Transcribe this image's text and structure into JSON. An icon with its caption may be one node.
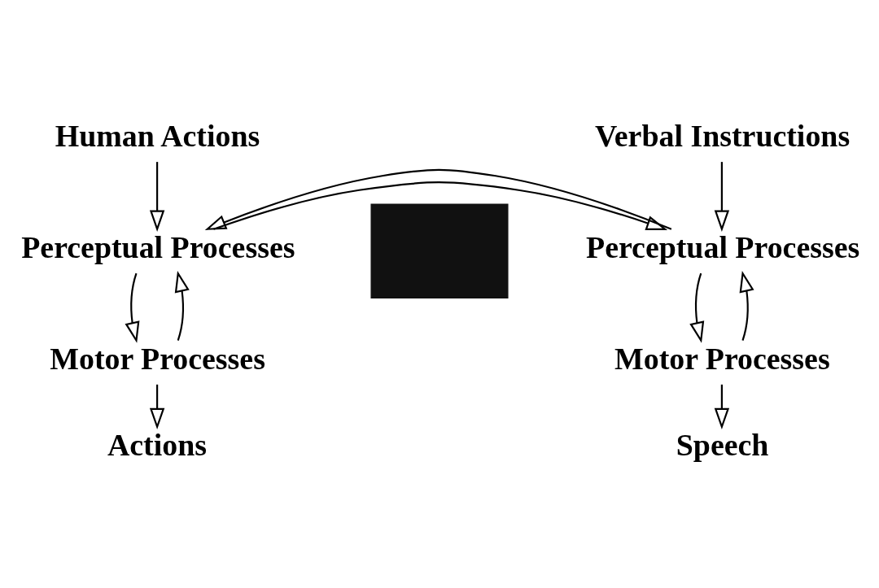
{
  "diagram": {
    "nodes": [
      {
        "text": [
          "Human Actions"
        ]
      },
      {
        "text": [
          "Perceptual Processes"
        ]
      },
      {
        "text": [
          "Motor Processes"
        ]
      },
      {
        "text": [
          "Actions"
        ]
      },
      {
        "text": [
          "Verbal Instructions"
        ]
      },
      {
        "text": [
          "Perceptual Processes"
        ]
      },
      {
        "text": [
          "Motor Processes"
        ]
      },
      {
        "text": [
          "Speech"
        ]
      },
      {
        "text": [],
        "shape": "box"
      }
    ],
    "edges": [
      {
        "from": 0,
        "to": 1,
        "arrow": "to"
      },
      {
        "from": 1,
        "to": 2,
        "arrow": "to"
      },
      {
        "from": 2,
        "to": 1,
        "arrow": "to"
      },
      {
        "from": 2,
        "to": 3,
        "arrow": "to"
      },
      {
        "from": 4,
        "to": 5,
        "arrow": "to"
      },
      {
        "from": 5,
        "to": 6,
        "arrow": "to"
      },
      {
        "from": 6,
        "to": 5,
        "arrow": "to"
      },
      {
        "from": 6,
        "to": 7,
        "arrow": "to"
      },
      {
        "from": 1,
        "to": 5,
        "arrow": "to"
      },
      {
        "from": 5,
        "to": 1,
        "arrow": "to"
      }
    ]
  }
}
